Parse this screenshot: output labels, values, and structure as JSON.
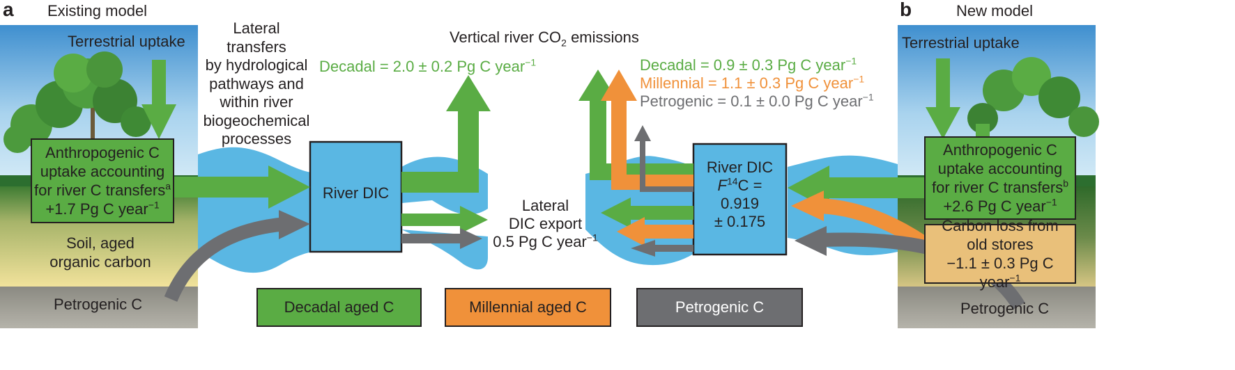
{
  "panel_a": {
    "letter": "a",
    "title": "Existing model",
    "terrestrial_uptake": "Terrestrial uptake",
    "anthro_box": {
      "line1": "Anthropogenic C",
      "line2": "uptake accounting",
      "line3": "for river C transfers",
      "sup": "a",
      "line4_pre": "+1.7 Pg C year",
      "line4_sup": "−1"
    },
    "soil": {
      "line1": "Soil, aged",
      "line2": "organic carbon"
    },
    "petrogenic": "Petrogenic C"
  },
  "lateral_transfers": {
    "lines": [
      "Lateral",
      "transfers",
      "by hydrological",
      "pathways and",
      "within river",
      "biogeochemical",
      "processes"
    ]
  },
  "vertical": {
    "title_pre": "Vertical river CO",
    "title_sub": "2",
    "title_post": " emissions",
    "existing_decadal": {
      "pre": "Decadal = 2.0 ± 0.2 Pg C year",
      "sup": "−1"
    },
    "new_decadal": {
      "pre": "Decadal = 0.9 ± 0.3 Pg C year",
      "sup": "−1"
    },
    "new_millennial": {
      "pre": "Millennial = 1.1 ± 0.3 Pg C year",
      "sup": "−1"
    },
    "new_petrogenic": {
      "pre": "Petrogenic = 0.1 ± 0.0 Pg C year",
      "sup": "−1"
    }
  },
  "river_dic_left": "River DIC",
  "river_dic_right": {
    "line1": "River DIC",
    "f_label": "F",
    "f_sup": "14",
    "f_post": "C =",
    "value": "0.919",
    "error": "± 0.175"
  },
  "lateral_export": {
    "line1": "Lateral",
    "line2": "DIC export",
    "line3_pre": "0.5 Pg C year",
    "line3_sup": "−1"
  },
  "legend": {
    "decadal": "Decadal aged C",
    "millennial": "Millennial aged C",
    "petrogenic": "Petrogenic C"
  },
  "panel_b": {
    "letter": "b",
    "title": "New model",
    "terrestrial_uptake": "Terrestrial uptake",
    "anthro_box": {
      "line1": "Anthropogenic C",
      "line2": "uptake accounting",
      "line3": "for river C transfers",
      "sup": "b",
      "line4_pre": "+2.6 Pg C year",
      "line4_sup": "−1"
    },
    "loss_box": {
      "line1": "Carbon loss from",
      "line2": "old stores",
      "line3_pre": "−1.1 ± 0.3 Pg C year",
      "line3_sup": "−1"
    },
    "petrogenic": "Petrogenic C"
  },
  "colors": {
    "decadal": "#5aac44",
    "millennial": "#f0913a",
    "petrogenic": "#6d6e71",
    "river": "#5ab7e3",
    "box_green": "#5aac44",
    "box_tan": "#e9c07a"
  }
}
